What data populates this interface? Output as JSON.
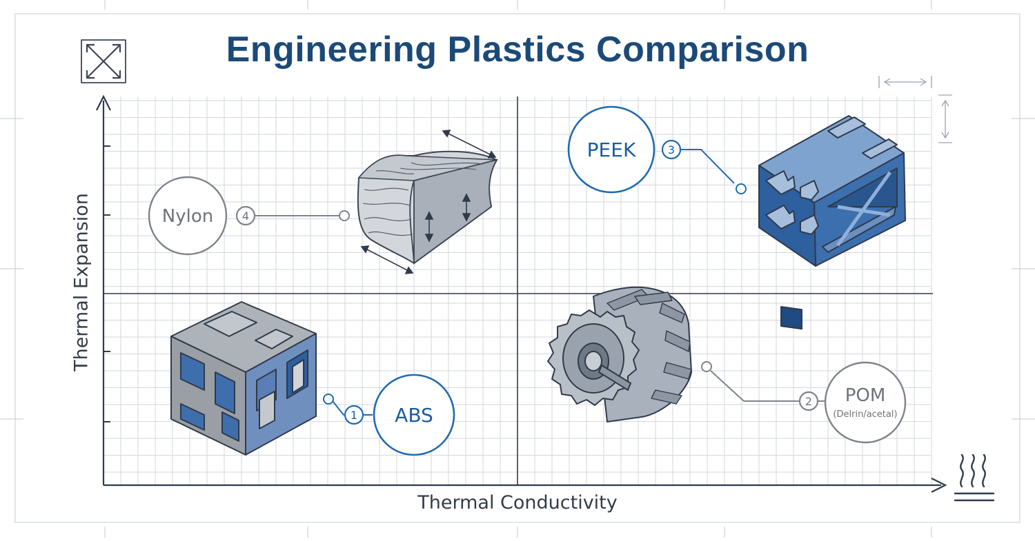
{
  "title": "Engineering Plastics Comparison",
  "axes": {
    "x_label": "Thermal Conductivity",
    "y_label": "Thermal Expansion"
  },
  "materials": [
    {
      "name": "Nylon",
      "subtitle": "",
      "number": "4"
    },
    {
      "name": "PEEK",
      "subtitle": "",
      "number": "3"
    },
    {
      "name": "ABS",
      "subtitle": "",
      "number": "1"
    },
    {
      "name": "POM",
      "subtitle": "(Delrin/acetal)",
      "number": "2"
    }
  ],
  "icons": [
    "expansion-arrows-icon",
    "heat-waves-icon"
  ],
  "colors": {
    "title": "#1b4a78",
    "accent_blue": "#1f6ab0",
    "gray": "#7e838b",
    "grid": "#cfd4da",
    "axis": "#2f3a4a"
  }
}
